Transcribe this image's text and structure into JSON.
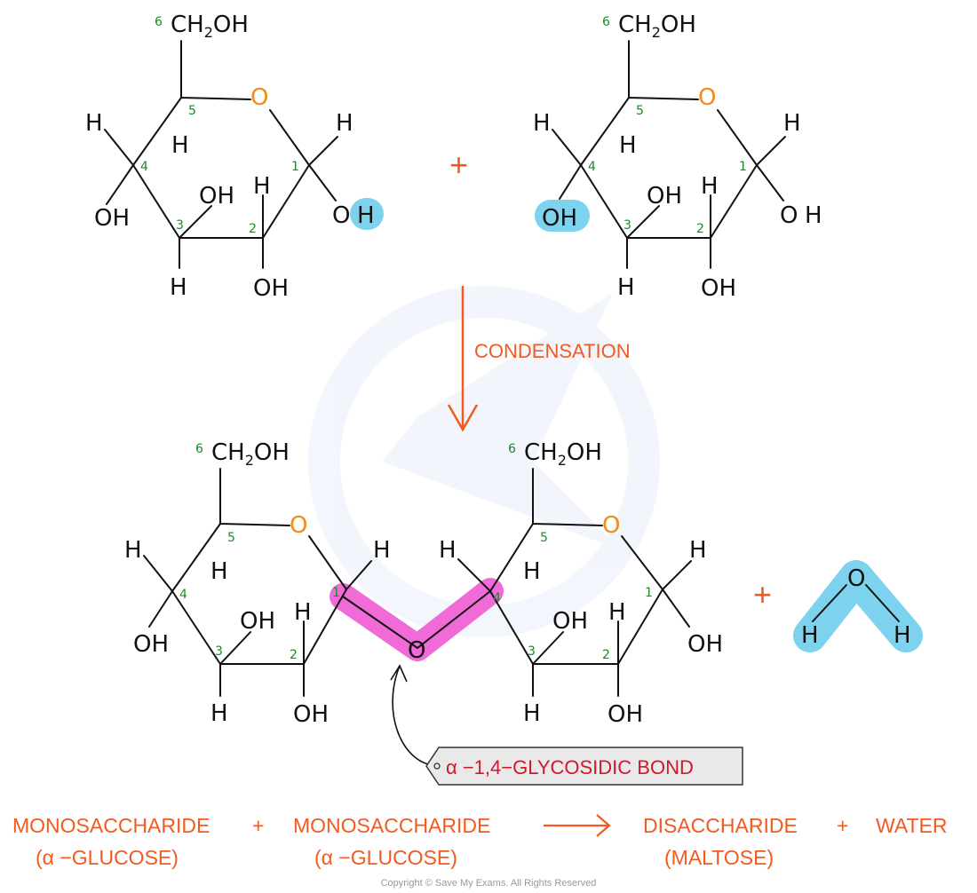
{
  "labels": {
    "ch2oh_main": "CH",
    "ch2oh_sub": "2",
    "ch2oh_end": "OH",
    "o": "O",
    "h": "H",
    "oh": "OH",
    "oh_split_o": "O",
    "oh_split_h": "H",
    "num1": "1",
    "num2": "2",
    "num3": "3",
    "num4": "4",
    "num5": "5",
    "num6": "6"
  },
  "plus_sign": "+",
  "condensation_label": "CONDENSATION",
  "bond_label": "α −1,4−GLYCOSIDIC  BOND",
  "equation": {
    "term1": "MONOSACCHARIDE",
    "term1_sub": "(α −GLUCOSE)",
    "plus1": "+",
    "term2": "MONOSACCHARIDE",
    "term2_sub": "(α −GLUCOSE)",
    "product1": "DISACCHARIDE",
    "product1_sub": "(MALTOSE)",
    "plus2": "+",
    "product2": "WATER"
  },
  "copyright": "Copyright © Save My Exams. All Rights Reserved",
  "colors": {
    "highlight_blue": "#7dd3ee",
    "highlight_pink": "#f06ad8",
    "orange": "#f25a1f",
    "green_numbers": "#1a8a2a",
    "ring_oxygen": "#f08c1c",
    "tag_red": "#d0192b"
  }
}
